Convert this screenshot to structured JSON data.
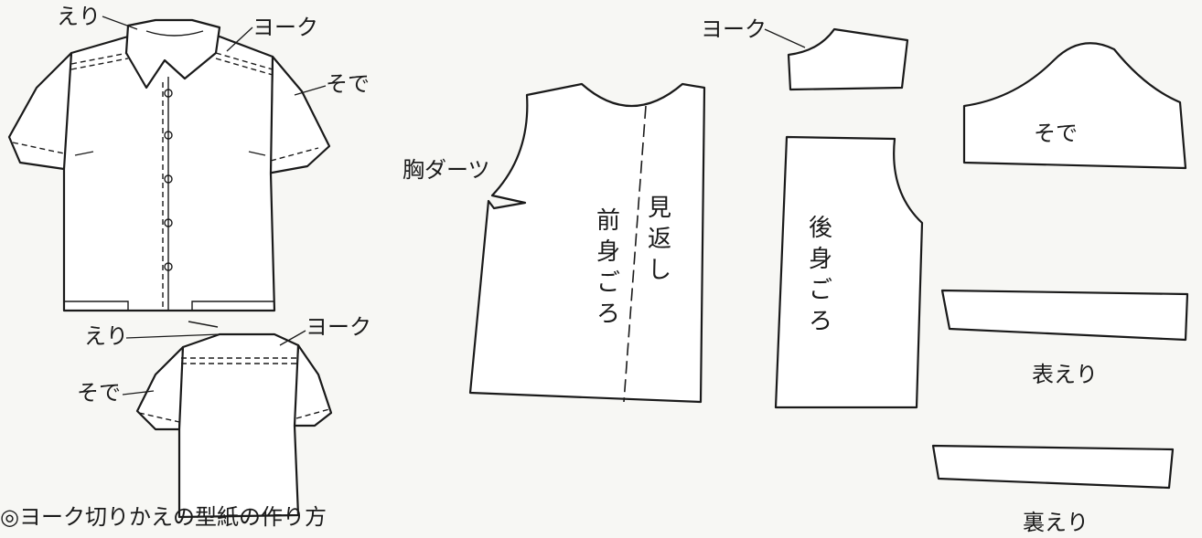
{
  "illustration": {
    "front": {
      "collar": "えり",
      "yoke": "ヨーク",
      "sleeve": "そで"
    },
    "back": {
      "collar": "えり",
      "yoke": "ヨーク",
      "sleeve": "そで"
    },
    "caption": "◎ヨーク切りかえの型紙の作り方"
  },
  "pattern": {
    "front_bodice": {
      "dart": "胸ダーツ",
      "facing": [
        "見",
        "返",
        "し"
      ],
      "body": [
        "前",
        "身",
        "ご",
        "ろ"
      ]
    },
    "yoke": "ヨーク",
    "back_bodice": {
      "body": [
        "後",
        "身",
        "ご",
        "ろ"
      ]
    },
    "sleeve": "そで",
    "outer_collar": "表えり",
    "under_collar": "裏えり"
  }
}
